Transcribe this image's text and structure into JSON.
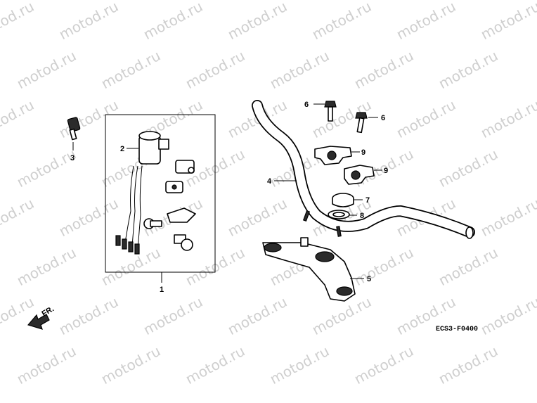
{
  "watermark": {
    "text": "motod.ru",
    "color": "#cfcfcf"
  },
  "callouts": {
    "c1": "1",
    "c2": "2",
    "c3": "3",
    "c4": "4",
    "c5": "5",
    "c6a": "6",
    "c6b": "6",
    "c7": "7",
    "c8": "8",
    "c9a": "9",
    "c9b": "9"
  },
  "front_indicator": "FR.",
  "diagram_code": "ECS3-F0400"
}
